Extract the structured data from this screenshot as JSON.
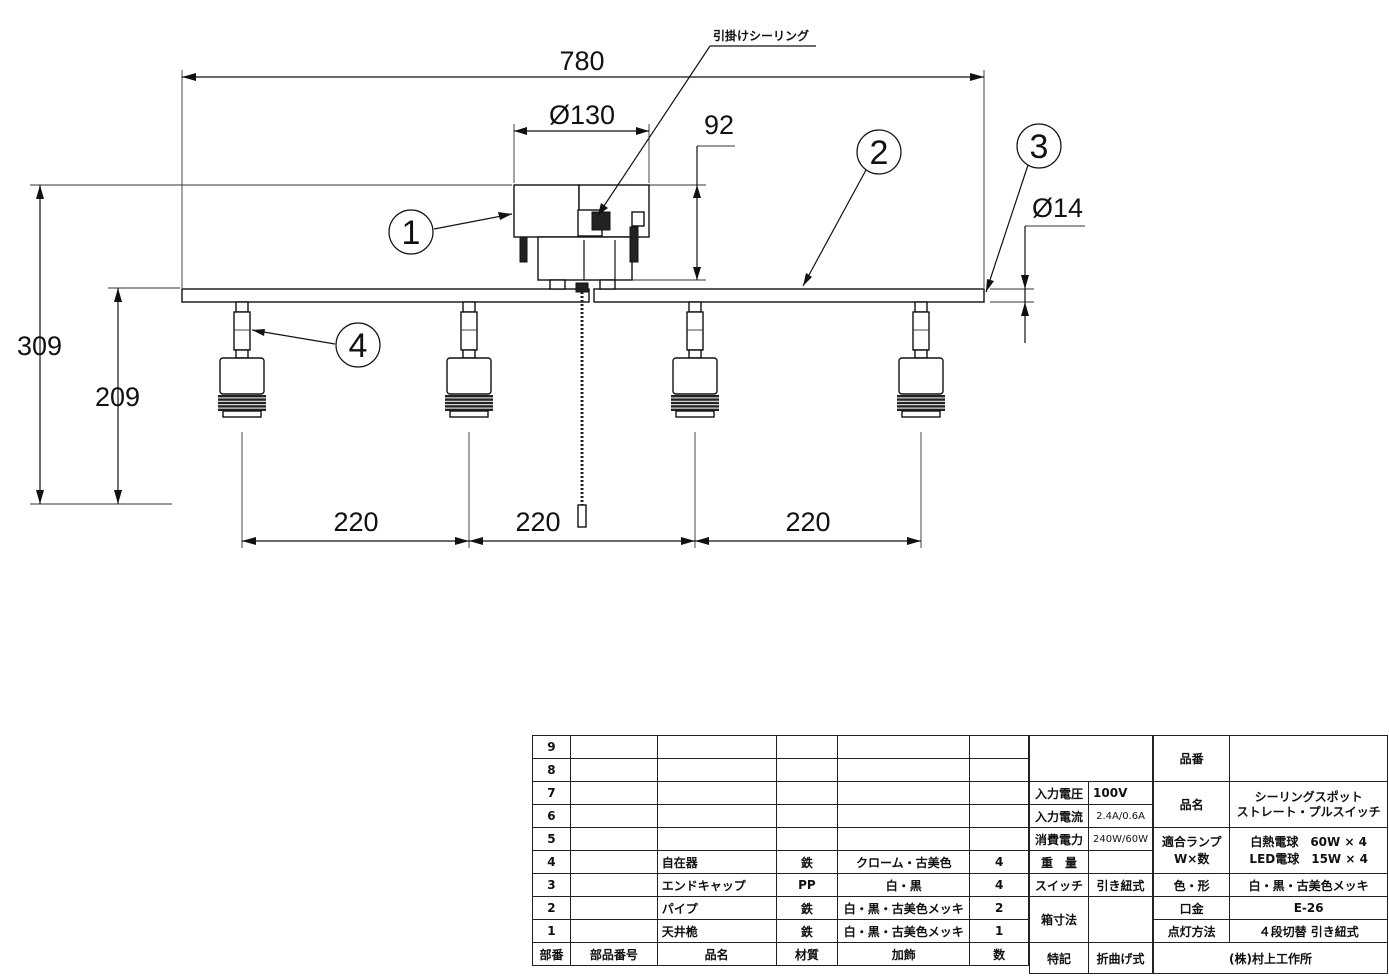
{
  "dimensions": {
    "overall_width": "780",
    "canopy_diameter": "Ø130",
    "canopy_height": "92",
    "pipe_diameter": "Ø14",
    "total_height": "309",
    "lamp_height": "209",
    "spacing_1": "220",
    "spacing_2": "220",
    "spacing_3": "220"
  },
  "annotations": {
    "hook_ceiling": "引掛けシーリング"
  },
  "callouts": [
    "1",
    "2",
    "3",
    "4"
  ],
  "parts_table": {
    "rows": [
      {
        "no": "9",
        "part_no": "",
        "name": "",
        "material": "",
        "finish": "",
        "qty": ""
      },
      {
        "no": "8",
        "part_no": "",
        "name": "",
        "material": "",
        "finish": "",
        "qty": ""
      },
      {
        "no": "7",
        "part_no": "",
        "name": "",
        "material": "",
        "finish": "",
        "qty": ""
      },
      {
        "no": "6",
        "part_no": "",
        "name": "",
        "material": "",
        "finish": "",
        "qty": ""
      },
      {
        "no": "5",
        "part_no": "",
        "name": "",
        "material": "",
        "finish": "",
        "qty": ""
      },
      {
        "no": "4",
        "part_no": "",
        "name": "自在器",
        "material": "鉄",
        "finish": "クローム・古美色",
        "qty": "4"
      },
      {
        "no": "3",
        "part_no": "",
        "name": "エンドキャップ",
        "material": "PP",
        "finish": "白・黒",
        "qty": "4"
      },
      {
        "no": "2",
        "part_no": "",
        "name": "パイプ",
        "material": "鉄",
        "finish": "白・黒・古美色メッキ",
        "qty": "2"
      },
      {
        "no": "1",
        "part_no": "",
        "name": "天井桅",
        "material": "鉄",
        "finish": "白・黒・古美色メッキ",
        "qty": "1"
      }
    ],
    "header": {
      "no": "部番",
      "part_no": "部品番号",
      "name": "品名",
      "material": "材質",
      "finish": "加飾",
      "qty": "数"
    }
  },
  "specs": {
    "voltage_label": "入力電圧",
    "voltage": "100V",
    "current_label": "入力電流",
    "current": "2.4A/0.6A",
    "power_label": "消費電力",
    "power": "240W/60W",
    "weight_label": "重　量",
    "weight": "",
    "switch_label": "スイッチ",
    "switch": "引き紐式",
    "box_label": "箱寸法",
    "box": "",
    "remarks_label": "特記",
    "remarks": "折曲げ式"
  },
  "product": {
    "code_label": "品番",
    "code": "",
    "name_label": "品名",
    "name_line1": "シーリングスポット",
    "name_line2": "ストレート・プルスイッチ",
    "lamp_label_1": "適合ランプ",
    "lamp_label_2": "W×数",
    "lamp_1": "白熱電球　60W × 4",
    "lamp_2": "LED電球　15W × 4",
    "color_label": "色・形",
    "color": "白・黒・古美色メッキ",
    "base_label": "口金",
    "base": "E-26",
    "lighting_label": "点灯方法",
    "lighting": "４段切替 引き紐式",
    "company": "(株)村上工作所"
  }
}
